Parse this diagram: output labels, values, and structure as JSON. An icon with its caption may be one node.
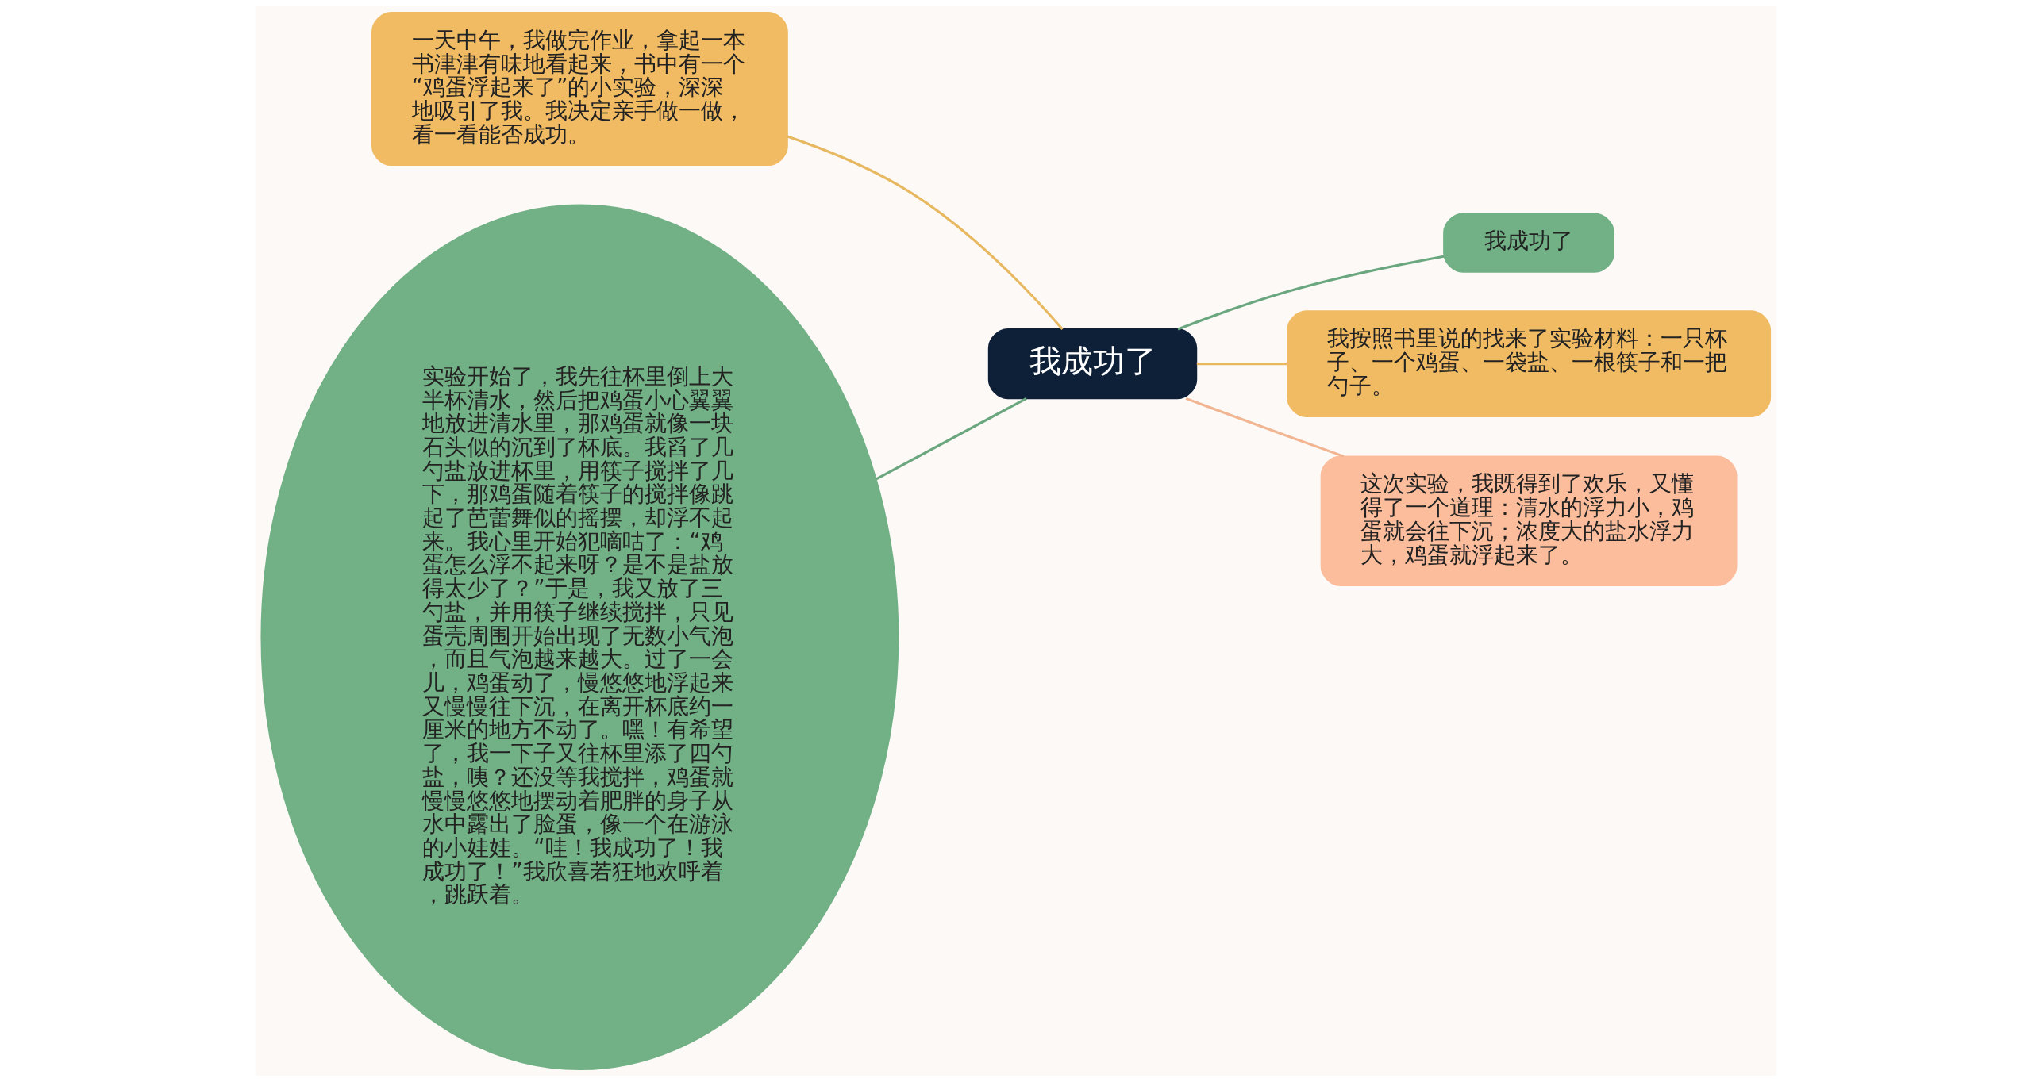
{
  "diagram": {
    "nodes": [
      {
        "text": [
          "我成功了"
        ]
      },
      {
        "text": [
          "一天中午，我做完作业，拿起一本书津津有味地看起来，书中有一个“鸡蛋浮起来了”的小实验，深深地吸引了我。我决定亲手做一做，看一看能否成功。"
        ]
      },
      {
        "text": [
          "我成功了"
        ]
      },
      {
        "text": [
          "我按照书里说的找来了实验材料：一只杯子、一个鸡蛋、一袋盐、一根筷子和一把勺子。"
        ]
      },
      {
        "text": [
          "这次实验，我既得到了欢乐，又懂得了一个道理：清水的浮力小，鸡蛋就会往下沉；浓度大的盐水浮力大，鸡蛋就浮起来了。"
        ]
      },
      {
        "text": [
          "实验开始了，我先往杯里倒上大半杯清水，然后把鸡蛋小心翼翼地放进清水里，那鸡蛋就像一块石头似的沉到了杯底。我舀了几勺盐放进杯里，用筷子搅拌了几下，那鸡蛋随着筷子的搅拌像跳起了芭蕾舞似的摇摆，却浮不起来。我心里开始犯嘀咕了：“鸡蛋怎么浮不起来呀？是不是盐放得太少了？”于是，我又放了三勺盐，并用筷子继续搅拌，只见蛋壳周围开始出现了无数小气泡，而且气泡越来越大。过了一会儿，鸡蛋动了，慢悠悠地浮起来又慢慢往下沉，在离开杯底约一厘米的地方不动了。嘿！有希望了，我一下子又往杯里添了四勺盐，咦？还没等我搅拌，鸡蛋就慢慢悠悠地摆动着肥胖的身子从水中露出了脸蛋，像一个在游泳的小娃娃。“哇！我成功了！我成功了！”我欣喜若狂地欢呼着，跳跃着。"
        ]
      }
    ],
    "edges": [
      {
        "from": 0,
        "to": 1,
        "arrow": "none",
        "color": "#e8b860"
      },
      {
        "from": 0,
        "to": 2,
        "arrow": "none",
        "color": "#6aa67e"
      },
      {
        "from": 0,
        "to": 3,
        "arrow": "none",
        "color": "#e8b860"
      },
      {
        "from": 0,
        "to": 4,
        "arrow": "none",
        "color": "#f2b592"
      },
      {
        "from": 0,
        "to": 5,
        "arrow": "none",
        "color": "#6aa67e"
      }
    ]
  }
}
